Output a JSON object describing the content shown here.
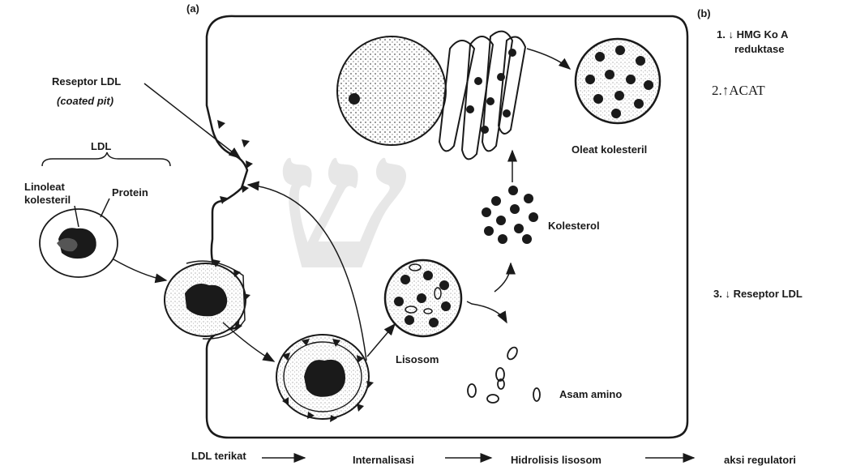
{
  "panels": {
    "a": "(a)",
    "b": "(b)"
  },
  "labels": {
    "reseptor_ldl": "Reseptor LDL",
    "coated_pit": "(coated pit)",
    "ldl": "LDL",
    "linoleat": "Linoleat",
    "kolesteril": "kolesteril",
    "protein": "Protein",
    "oleat_kolesteril": "Oleat kolesteril",
    "kolesterol": "Kolesterol",
    "lisosom": "Lisosom",
    "asam_amino": "Asam amino"
  },
  "regulatory": {
    "item1_line1": "1. ↓ HMG Ko A",
    "item1_line2": "reduktase",
    "item2": "2.↑ACAT",
    "item3": "3. ↓ Reseptor LDL"
  },
  "process": {
    "step1": "LDL terikat",
    "step2": "Internalisasi",
    "step3": "Hidrolisis lisosom",
    "step4": "aksi regulatori"
  },
  "colors": {
    "ink": "#1a1a1a",
    "watermark": "#e7e7e7",
    "nucleus_fill": "#b0b0b0"
  }
}
